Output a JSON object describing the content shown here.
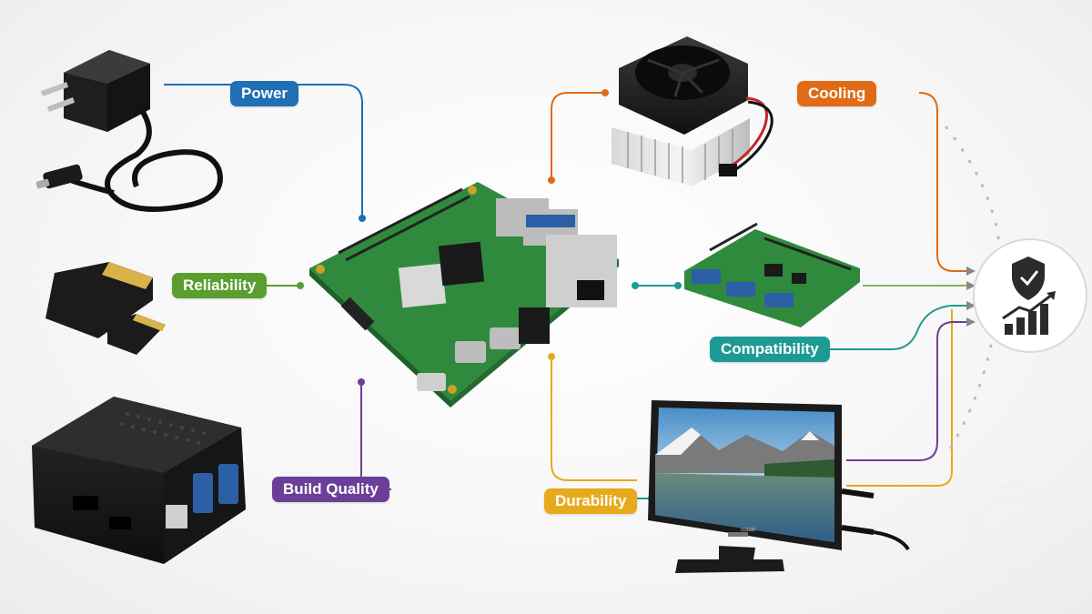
{
  "labels": {
    "power": "Power",
    "reliability": "Reliability",
    "build_quality": "Build Quality",
    "cooling": "Cooling",
    "compatibility": "Compatibility",
    "durability": "Durability"
  },
  "monitor_brand": "cobalt",
  "colors": {
    "power": "#1f6fb5",
    "reliability": "#5a9e2f",
    "build_quality": "#6b3f98",
    "cooling": "#e06b16",
    "compatibility": "#1e9a94",
    "durability": "#e7aa1c",
    "board": "#2f8a3e",
    "hub_icon": "#2b2b2b"
  },
  "icons": {
    "hub": [
      "shield-check-icon",
      "growth-chart-icon"
    ]
  }
}
